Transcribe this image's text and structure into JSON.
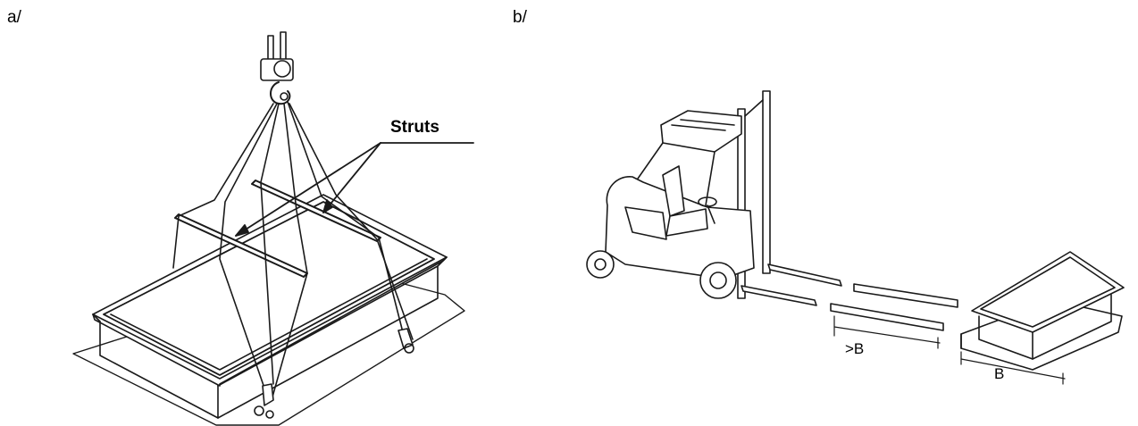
{
  "panels": {
    "a": {
      "label": "a/"
    },
    "b": {
      "label": "b/"
    }
  },
  "annotations": {
    "struts": "Struts",
    "fork_gap": ">B",
    "unit_width": "B"
  }
}
